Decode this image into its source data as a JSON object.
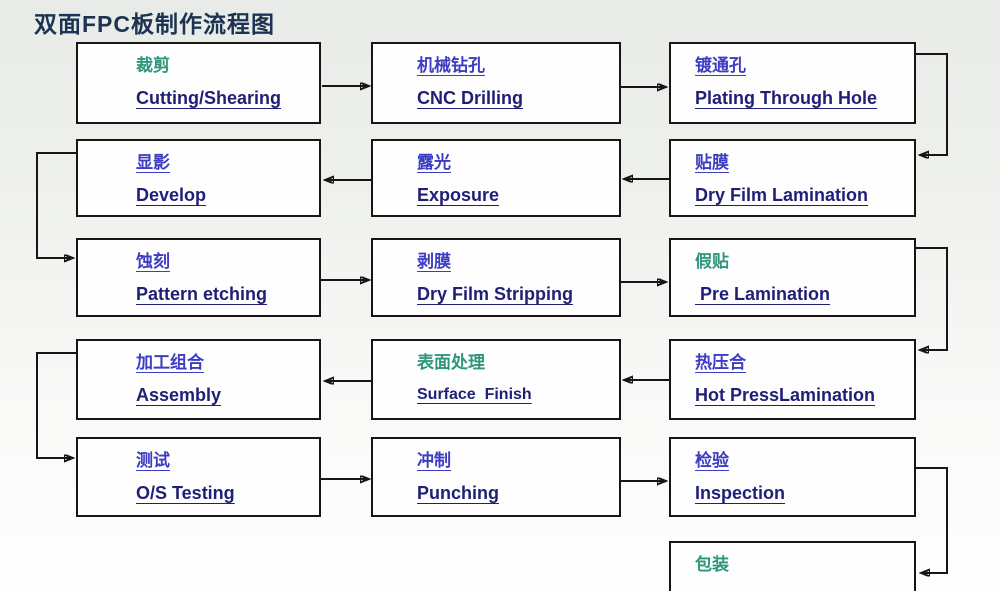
{
  "title": "双面FPC板制作流程图",
  "colors": {
    "title": "#1c3452",
    "zh_blue": "#3d3dc2",
    "zh_teal": "#2e967c",
    "en_navy": "#1f1f77",
    "box_border": "#161616",
    "arrow": "#161616",
    "box_fill": "#fefefe"
  },
  "nodes": [
    {
      "zh": "裁剪",
      "en": "Cutting/Shearing",
      "zh_color": "teal"
    },
    {
      "zh": "机械钻孔",
      "en": "CNC Drilling",
      "zh_color": "blue"
    },
    {
      "zh": "镀通孔",
      "en": "Plating Through Hole",
      "zh_color": "blue"
    },
    {
      "zh": "显影",
      "en": "Develop",
      "zh_color": "blue"
    },
    {
      "zh": "露光",
      "en": "Exposure",
      "zh_color": "blue"
    },
    {
      "zh": "贴膜",
      "en": "Dry Film Lamination",
      "zh_color": "blue"
    },
    {
      "zh": "蚀刻",
      "en": "Pattern etching",
      "zh_color": "blue"
    },
    {
      "zh": "剥膜",
      "en": "Dry Film Stripping",
      "zh_color": "blue"
    },
    {
      "zh": "假贴",
      "en": " Pre Lamination",
      "zh_color": "teal"
    },
    {
      "zh": "加工组合",
      "en": "Assembly",
      "zh_color": "blue"
    },
    {
      "zh": "表面处理",
      "en": "Surface  Finish",
      "zh_color": "teal"
    },
    {
      "zh": "热压合",
      "en": "Hot PressLamination",
      "zh_color": "blue"
    },
    {
      "zh": "测试",
      "en": "O/S Testing",
      "zh_color": "blue"
    },
    {
      "zh": "冲制",
      "en": "Punching",
      "zh_color": "blue"
    },
    {
      "zh": "检验",
      "en": "Inspection",
      "zh_color": "blue"
    },
    {
      "zh": "包装",
      "en": "",
      "zh_color": "teal"
    }
  ]
}
